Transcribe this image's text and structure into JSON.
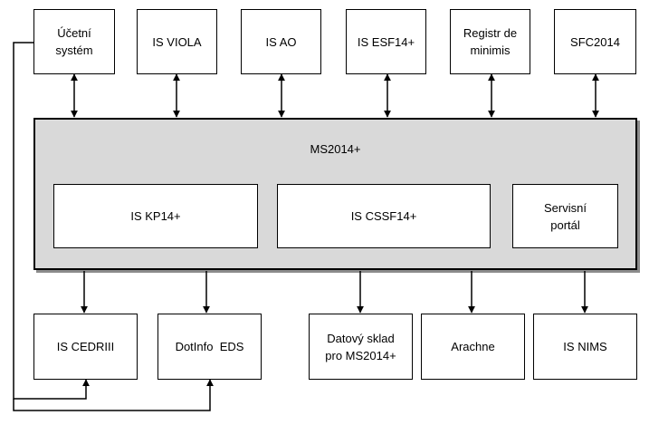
{
  "main": {
    "title": "MS2014+"
  },
  "top_systems": [
    {
      "label": "Účetní\nsystém"
    },
    {
      "label": "IS VIOLA"
    },
    {
      "label": "IS AO"
    },
    {
      "label": "IS ESF14+"
    },
    {
      "label": "Registr de\nminimis"
    },
    {
      "label": "SFC2014"
    }
  ],
  "inner_modules": [
    {
      "label": "IS KP14+"
    },
    {
      "label": "IS CSSF14+"
    },
    {
      "label": "Servisní\nportál"
    }
  ],
  "bottom_systems": [
    {
      "label": "IS CEDRIII"
    },
    {
      "label": "DotInfo  EDS"
    },
    {
      "label": "Datový sklad\npro MS2014+"
    },
    {
      "label": "Arachne"
    },
    {
      "label": "IS NIMS"
    }
  ]
}
